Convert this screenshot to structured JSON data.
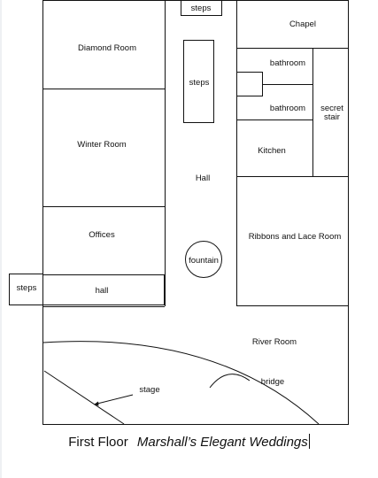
{
  "plan": {
    "rooms": {
      "steps_top": "steps",
      "chapel": "Chapel",
      "diamond_room": "Diamond Room",
      "steps_center": "steps",
      "bathroom_1": "bathroom",
      "bathroom_2": "bathroom",
      "secret_stair_line1": "secret",
      "secret_stair_line2": "stair",
      "winter_room": "Winter Room",
      "kitchen": "Kitchen",
      "hall_main": "Hall",
      "offices": "Offices",
      "ribbons_lace_room": "Ribbons and Lace Room",
      "fountain": "fountain",
      "steps_left": "steps",
      "hall_small": "hall",
      "river_room": "River Room",
      "stage": "stage",
      "bridge": "bridge"
    }
  },
  "caption": {
    "floor": "First Floor",
    "title": "Marshall’s Elegant Weddings"
  }
}
